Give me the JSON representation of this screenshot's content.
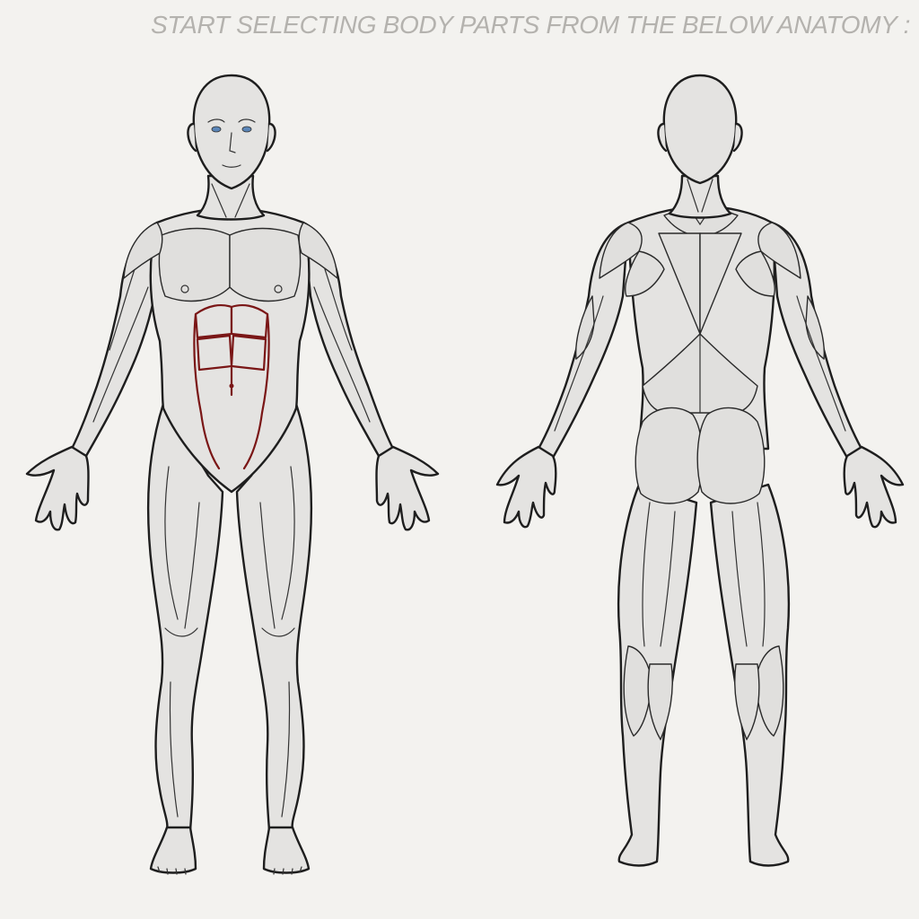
{
  "header": {
    "instruction": "START SELECTING BODY PARTS FROM THE BELOW ANATOMY :"
  },
  "anatomy": {
    "front_view": {
      "regions": [
        "head",
        "neck",
        "chest",
        "shoulders",
        "arms",
        "forearms",
        "hands",
        "abdomen",
        "thighs",
        "knees",
        "shins",
        "feet"
      ],
      "selected": "abdomen"
    },
    "back_view": {
      "regions": [
        "head",
        "neck",
        "upper-back",
        "shoulders",
        "arms",
        "forearms",
        "hands",
        "lower-back",
        "glutes",
        "hamstrings",
        "calves",
        "feet"
      ],
      "selected": ""
    }
  },
  "colors": {
    "background": "#f3f2ef",
    "body_fill": "#e4e3e1",
    "outline": "#1e1e1e",
    "selected_outline": "#7a1616",
    "instruction_text": "#b4b2ae",
    "eyes": "#5b86b8"
  }
}
